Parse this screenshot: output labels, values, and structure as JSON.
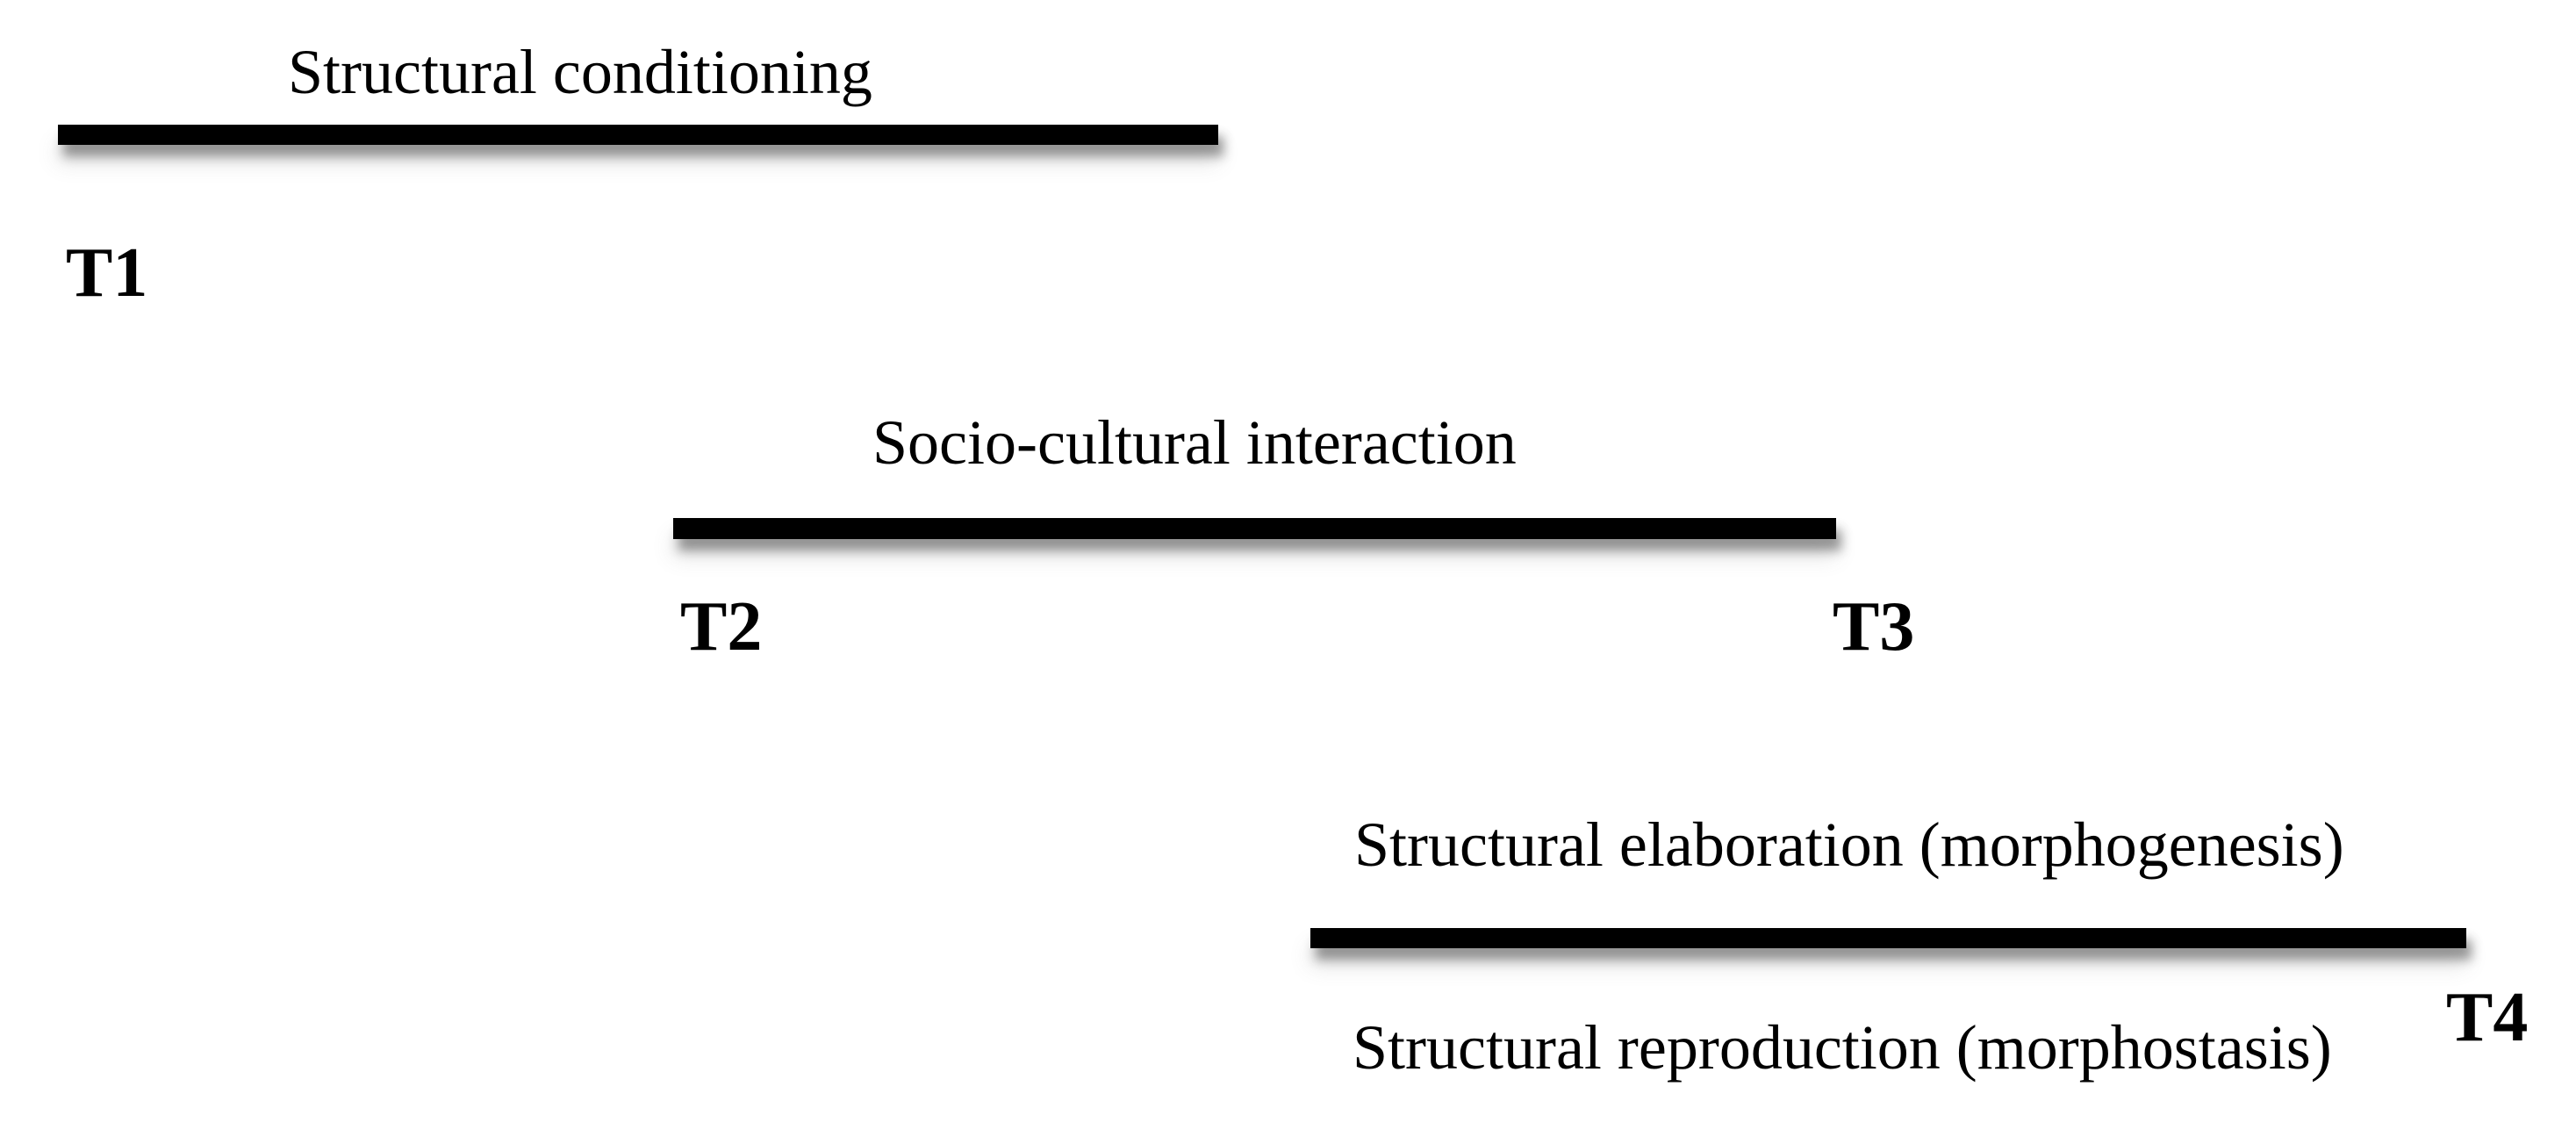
{
  "diagram": {
    "background": "#ffffff",
    "bar_color": "#000000",
    "text_color": "#000000",
    "phases": {
      "conditioning": {
        "label": "Structural conditioning",
        "start_marker": "T1"
      },
      "interaction": {
        "label": "Socio-cultural interaction",
        "start_marker": "T2",
        "end_marker": "T3"
      },
      "elaboration": {
        "label_above": "Structural elaboration (morphogenesis)",
        "label_below": "Structural reproduction (morphostasis)",
        "end_marker": "T4"
      }
    }
  }
}
